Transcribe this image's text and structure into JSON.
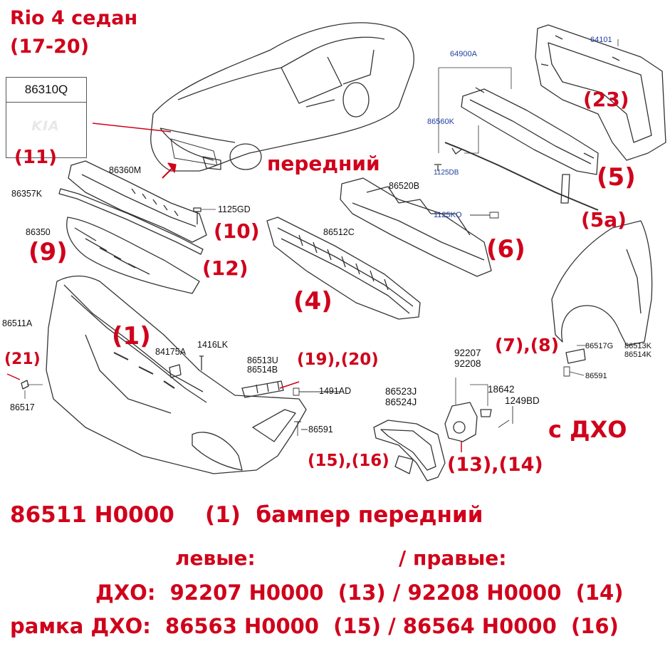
{
  "title": {
    "line1": "Rio 4 седан",
    "line2": "(17-20)"
  },
  "emblem": {
    "part_no": "86310Q",
    "logo_text": "KIA",
    "ref": "(11)"
  },
  "front_label": "передний",
  "dxo_label": "с ДХО",
  "red_refs": {
    "r1": "(1)",
    "r4": "(4)",
    "r5": "(5)",
    "r5a": "(5a)",
    "r6": "(6)",
    "r9": "(9)",
    "r10": "(10)",
    "r12": "(12)",
    "r21": "(21)",
    "r23": "(23)",
    "r19_20": "(19),(20)",
    "r7_8": "(7),(8)",
    "r13_14": "(13),(14)",
    "r15_16": "(15),(16)"
  },
  "part_labels": {
    "p86360M": "86360M",
    "p86357K": "86357K",
    "p1125GD": "1125GD",
    "p86350": "86350",
    "p86512C": "86512C",
    "p86520B": "86520B",
    "p1125KO": "1125KO",
    "p64900A": "64900A",
    "p86560K": "86560K",
    "p1125DB": "1125DB",
    "p64101": "64101",
    "p86511A": "86511A",
    "p84175A": "84175A",
    "p1416LK": "1416LK",
    "p86513U": "86513U",
    "p86514B": "86514B",
    "p1491AD": "1491AD",
    "p86591a": "86591",
    "p86517": "86517",
    "p92207": "92207",
    "p92208": "92208",
    "p18642": "18642",
    "p1249BD": "1249BD",
    "p86523J": "86523J",
    "p86524J": "86524J",
    "p86517G": "86517G",
    "p86513K": "86513K",
    "p86514K": "86514K",
    "p86591b": "86591"
  },
  "legend": {
    "main": "86511 H0000    (1)  бампер передний",
    "left_hdr": "левые:",
    "right_hdr": "/ правые:",
    "row1": "ДХО:  92207 H0000  (13) / 92208 H0000  (14)",
    "row2": "рамка ДХО:  86563 H0000  (15) / 86564 H0000  (16)"
  },
  "colors": {
    "accent_red": "#d0021b",
    "blue_labels": "#1f3f9f",
    "line_art": "#333333"
  }
}
